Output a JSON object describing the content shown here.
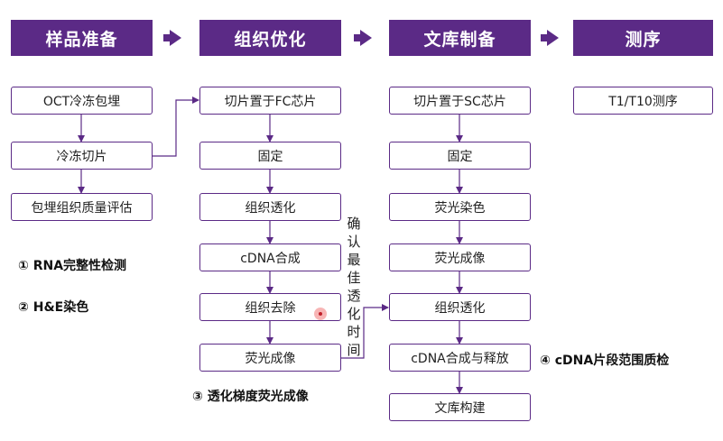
{
  "headers": [
    "样品准备",
    "组织优化",
    "文库制备",
    "测序"
  ],
  "col1": {
    "boxes": [
      "OCT冷冻包埋",
      "冷冻切片",
      "包埋组织质量评估"
    ],
    "notes": [
      "① RNA完整性检测",
      "② H&E染色"
    ]
  },
  "col2": {
    "boxes": [
      "切片置于FC芯片",
      "固定",
      "组织透化",
      "cDNA合成",
      "组织去除",
      "荧光成像"
    ],
    "note": "③ 透化梯度荧光成像"
  },
  "col3": {
    "boxes": [
      "切片置于SC芯片",
      "固定",
      "荧光染色",
      "荧光成像",
      "组织透化",
      "cDNA合成与释放",
      "文库构建"
    ],
    "note": "④ cDNA片段范围质检"
  },
  "col4": {
    "boxes": [
      "T1/T10测序"
    ]
  },
  "connector_label": "确认最佳透化时间",
  "colors": {
    "accent": "#5b2a86",
    "line": "#5b2a86"
  }
}
